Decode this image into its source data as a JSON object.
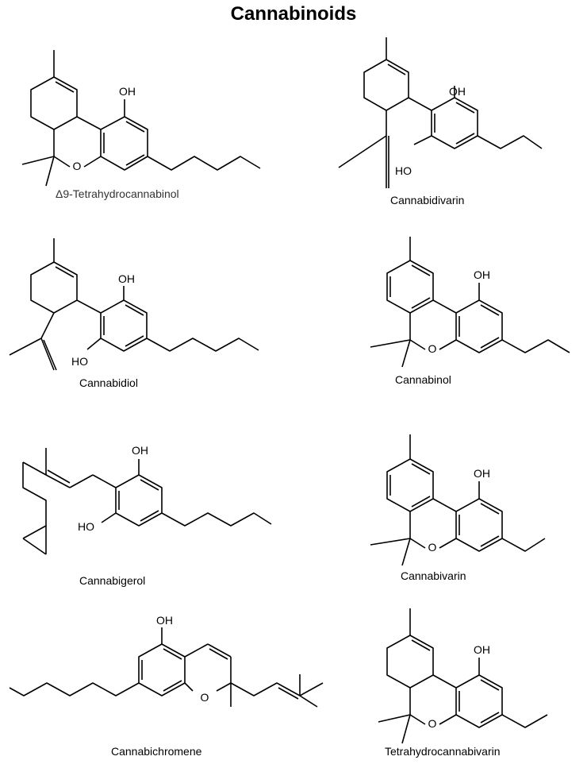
{
  "title": "Cannabinoids",
  "molecules": [
    {
      "name": "Δ9-Tetrahydrocannabinol"
    },
    {
      "name": "Cannabidivarin"
    },
    {
      "name": "Cannabidiol"
    },
    {
      "name": "Cannabinol"
    },
    {
      "name": "Cannabigerol"
    },
    {
      "name": "Cannabivarin"
    },
    {
      "name": "Cannabichromene"
    },
    {
      "name": "Tetrahydrocannabivarin"
    }
  ],
  "atom_labels": {
    "oh": "OH",
    "ho": "HO",
    "o": "O"
  }
}
